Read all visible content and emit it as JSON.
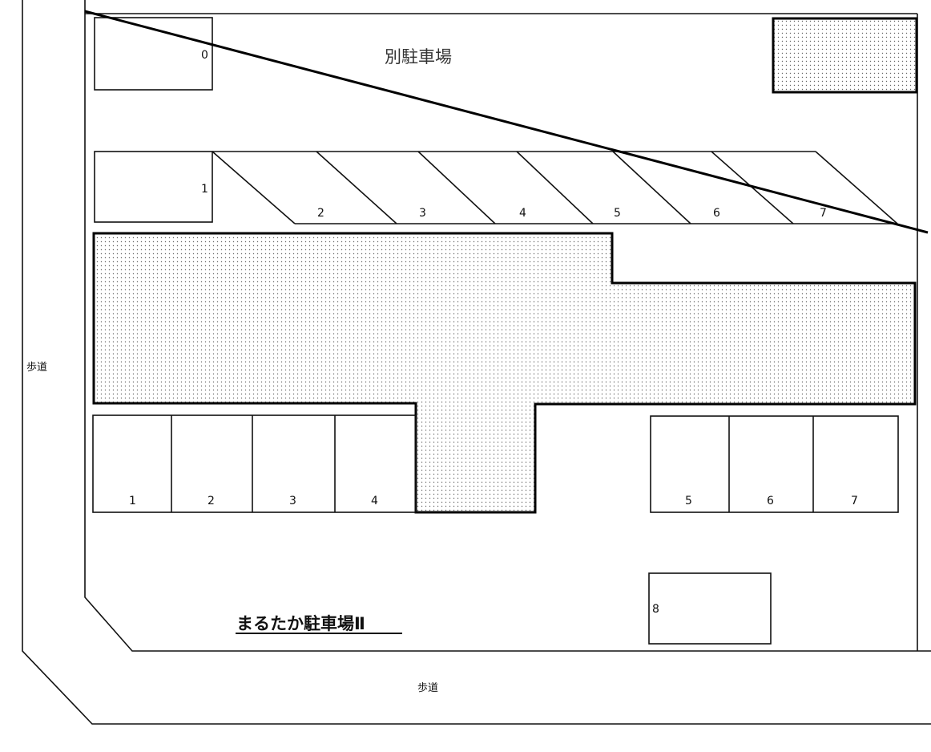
{
  "lots": {
    "other_lot_label": "別駐車場",
    "main_lot_title": "まるたか駐車場Ⅱ",
    "sidewalk_left": "歩道",
    "sidewalk_bottom": "歩道"
  },
  "top_row": {
    "box0": "0",
    "box1": "1",
    "angled": [
      "2",
      "3",
      "4",
      "5",
      "6",
      "7"
    ]
  },
  "bottom_left": [
    "1",
    "2",
    "3",
    "4"
  ],
  "bottom_right": [
    "5",
    "6",
    "7"
  ],
  "box8": "8"
}
